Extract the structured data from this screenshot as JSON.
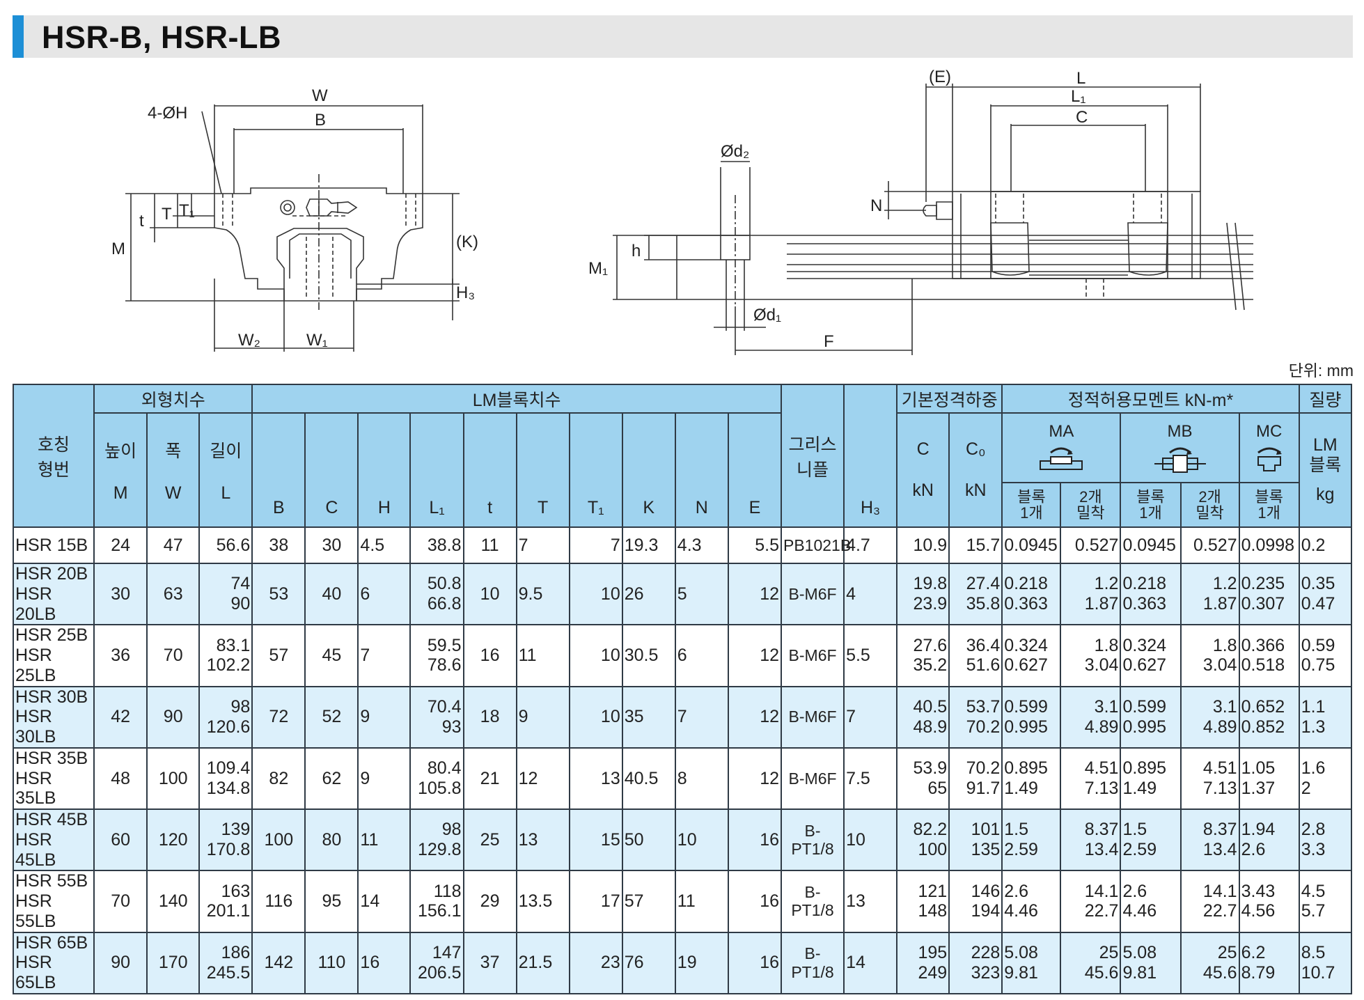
{
  "title": "HSR-B, HSR-LB",
  "unit_note": "단위: mm",
  "drawing_labels": {
    "front": {
      "W": "W",
      "B": "B",
      "holes": "4-ØH",
      "t": "t",
      "T": "T",
      "T1": "T₁",
      "M": "M",
      "K": "(K)",
      "H3": "H₃",
      "W2": "W₂",
      "W1": "W₁"
    },
    "side": {
      "E": "(E)",
      "L": "L",
      "L1": "L₁",
      "C": "C",
      "d2": "Ød₂",
      "N": "N",
      "h": "h",
      "M1": "M₁",
      "d1": "Ød₁",
      "F": "F"
    }
  },
  "table": {
    "groups": {
      "model": "호칭\n형번",
      "outer": "외형치수",
      "lm_block": "LM블록치수",
      "load": "기본정격하중",
      "moment": "정적허용모멘트 kN-m*",
      "mass": "질량"
    },
    "sub": {
      "height": "높이",
      "width": "폭",
      "length": "길이",
      "grease": "그리스\n니플",
      "MA": "MA",
      "MB": "MB",
      "MC": "MC",
      "lm_block_mass": "LM\n블록",
      "one_block": "블록\n1개",
      "two_blocks": "2개\n밀착"
    },
    "symbols": [
      "M",
      "W",
      "L",
      "B",
      "C",
      "H",
      "L₁",
      "t",
      "T",
      "T₁",
      "K",
      "N",
      "E",
      "H₃",
      "kN",
      "kN",
      "kg"
    ],
    "load_symbols": [
      "C",
      "C₀"
    ],
    "rows": [
      {
        "model": "HSR 15B",
        "M": "24",
        "W": "47",
        "L": "56.6",
        "B": "38",
        "C": "30",
        "H": "4.5",
        "L1": "38.8",
        "t": "11",
        "T": "7",
        "T1": "7",
        "K": "19.3",
        "N": "4.3",
        "E": "5.5",
        "grease": "PB1021B",
        "H3": "4.7",
        "Cdyn": "10.9",
        "C0": "15.7",
        "MA1": "0.0945",
        "MA2": "0.527",
        "MB1": "0.0945",
        "MB2": "0.527",
        "MC1": "0.0998",
        "mass": "0.2"
      },
      {
        "model": "HSR 20B\nHSR 20LB",
        "M": "30",
        "W": "63",
        "L": "74\n90",
        "B": "53",
        "C": "40",
        "H": "6",
        "L1": "50.8\n66.8",
        "t": "10",
        "T": "9.5",
        "T1": "10",
        "K": "26",
        "N": "5",
        "E": "12",
        "grease": "B-M6F",
        "H3": "4",
        "Cdyn": "19.8\n23.9",
        "C0": "27.4\n35.8",
        "MA1": "0.218\n0.363",
        "MA2": "1.2\n1.87",
        "MB1": "0.218\n0.363",
        "MB2": "1.2\n1.87",
        "MC1": "0.235\n0.307",
        "mass": "0.35\n0.47"
      },
      {
        "model": "HSR 25B\nHSR 25LB",
        "M": "36",
        "W": "70",
        "L": "83.1\n102.2",
        "B": "57",
        "C": "45",
        "H": "7",
        "L1": "59.5\n78.6",
        "t": "16",
        "T": "11",
        "T1": "10",
        "K": "30.5",
        "N": "6",
        "E": "12",
        "grease": "B-M6F",
        "H3": "5.5",
        "Cdyn": "27.6\n35.2",
        "C0": "36.4\n51.6",
        "MA1": "0.324\n0.627",
        "MA2": "1.8\n3.04",
        "MB1": "0.324\n0.627",
        "MB2": "1.8\n3.04",
        "MC1": "0.366\n0.518",
        "mass": "0.59\n0.75"
      },
      {
        "model": "HSR 30B\nHSR 30LB",
        "M": "42",
        "W": "90",
        "L": "98\n120.6",
        "B": "72",
        "C": "52",
        "H": "9",
        "L1": "70.4\n93",
        "t": "18",
        "T": "9",
        "T1": "10",
        "K": "35",
        "N": "7",
        "E": "12",
        "grease": "B-M6F",
        "H3": "7",
        "Cdyn": "40.5\n48.9",
        "C0": "53.7\n70.2",
        "MA1": "0.599\n0.995",
        "MA2": "3.1\n4.89",
        "MB1": "0.599\n0.995",
        "MB2": "3.1\n4.89",
        "MC1": "0.652\n0.852",
        "mass": "1.1\n1.3"
      },
      {
        "model": "HSR 35B\nHSR 35LB",
        "M": "48",
        "W": "100",
        "L": "109.4\n134.8",
        "B": "82",
        "C": "62",
        "H": "9",
        "L1": "80.4\n105.8",
        "t": "21",
        "T": "12",
        "T1": "13",
        "K": "40.5",
        "N": "8",
        "E": "12",
        "grease": "B-M6F",
        "H3": "7.5",
        "Cdyn": "53.9\n65",
        "C0": "70.2\n91.7",
        "MA1": "0.895\n1.49",
        "MA2": "4.51\n7.13",
        "MB1": "0.895\n1.49",
        "MB2": "4.51\n7.13",
        "MC1": "1.05\n1.37",
        "mass": "1.6\n2"
      },
      {
        "model": "HSR 45B\nHSR 45LB",
        "M": "60",
        "W": "120",
        "L": "139\n170.8",
        "B": "100",
        "C": "80",
        "H": "11",
        "L1": "98\n129.8",
        "t": "25",
        "T": "13",
        "T1": "15",
        "K": "50",
        "N": "10",
        "E": "16",
        "grease": "B-PT1/8",
        "H3": "10",
        "Cdyn": "82.2\n100",
        "C0": "101\n135",
        "MA1": "1.5\n2.59",
        "MA2": "8.37\n13.4",
        "MB1": "1.5\n2.59",
        "MB2": "8.37\n13.4",
        "MC1": "1.94\n2.6",
        "mass": "2.8\n3.3"
      },
      {
        "model": "HSR 55B\nHSR 55LB",
        "M": "70",
        "W": "140",
        "L": "163\n201.1",
        "B": "116",
        "C": "95",
        "H": "14",
        "L1": "118\n156.1",
        "t": "29",
        "T": "13.5",
        "T1": "17",
        "K": "57",
        "N": "11",
        "E": "16",
        "grease": "B-PT1/8",
        "H3": "13",
        "Cdyn": "121\n148",
        "C0": "146\n194",
        "MA1": "2.6\n4.46",
        "MA2": "14.1\n22.7",
        "MB1": "2.6\n4.46",
        "MB2": "14.1\n22.7",
        "MC1": "3.43\n4.56",
        "mass": "4.5\n5.7"
      },
      {
        "model": "HSR 65B\nHSR 65LB",
        "M": "90",
        "W": "170",
        "L": "186\n245.5",
        "B": "142",
        "C": "110",
        "H": "16",
        "L1": "147\n206.5",
        "t": "37",
        "T": "21.5",
        "T1": "23",
        "K": "76",
        "N": "19",
        "E": "16",
        "grease": "B-PT1/8",
        "H3": "14",
        "Cdyn": "195\n249",
        "C0": "228\n323",
        "MA1": "5.08\n9.81",
        "MA2": "25\n45.6",
        "MB1": "5.08\n9.81",
        "MB2": "25\n45.6",
        "MC1": "6.2\n8.79",
        "mass": "8.5\n10.7"
      }
    ]
  }
}
